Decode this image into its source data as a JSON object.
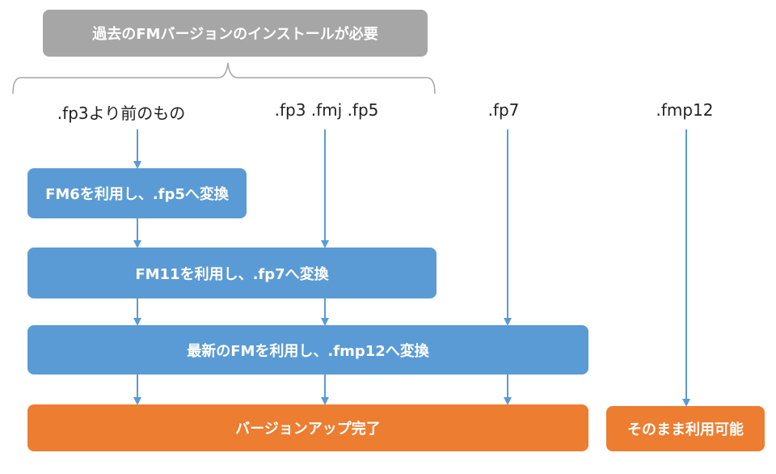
{
  "header": {
    "label": "過去のFMバージョンのインストールが必要"
  },
  "file_types": {
    "fp3_older": ".fp3より前のもの",
    "fp3_fmj_fp5": ".fp3 .fmj .fp5",
    "fp7": ".fp7",
    "fmp12": ".fmp12"
  },
  "steps": {
    "fm6": "FM6を利用し、.fp5へ変換",
    "fm11": "FM11を利用し、.fp7へ変換",
    "latest": "最新のFMを利用し、.fmp12へ変換"
  },
  "results": {
    "upgrade_done": "バージョンアップ完了",
    "usable_as_is": "そのまま利用可能"
  },
  "colors": {
    "gray": "#a6a6a6",
    "blue": "#5b9bd5",
    "orange": "#ed7d31",
    "arrow": "#5b9bd5",
    "brace": "#a6a6a6"
  }
}
